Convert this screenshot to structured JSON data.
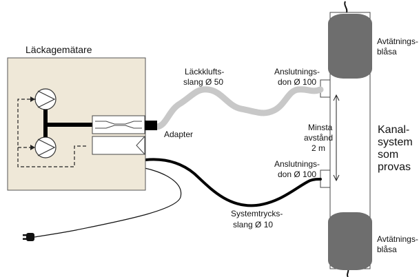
{
  "leak_meter": {
    "title": "Läckagemätare"
  },
  "labels": {
    "leak_air_hose_line1": "Läckklufts-",
    "leak_air_hose_line2": "slang Ø 50",
    "connector_top_line1": "Anslutnings-",
    "connector_top_line2": "don Ø 100",
    "adapter": "Adapter",
    "min_distance_line1": "Minsta",
    "min_distance_line2": "avstånd",
    "min_distance_line3": "2 m",
    "connector_bottom_line1": "Anslutnings-",
    "connector_bottom_line2": "don Ø 100",
    "system_pressure_hose_line1": "Systemtrycks-",
    "system_pressure_hose_line2": "slang Ø 10",
    "sealing_bladder_top_line1": "Avtätnings-",
    "sealing_bladder_top_line2": "blåsa",
    "sealing_bladder_bottom_line1": "Avtätnings-",
    "sealing_bladder_bottom_line2": "blåsa",
    "duct_system_line1": "Kanal-",
    "duct_system_line2": "system",
    "duct_system_line3": "som",
    "duct_system_line4": "provas"
  },
  "colors": {
    "meter_fill": "#efe8d8",
    "meter_stroke": "#555555",
    "leak_hose": "#c8c8c8",
    "pressure_hose": "#000000",
    "bladder": "#6e6e6e"
  }
}
